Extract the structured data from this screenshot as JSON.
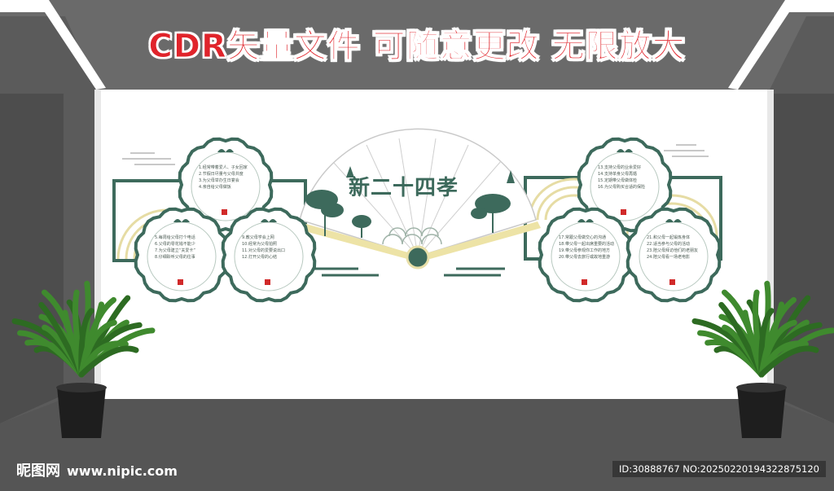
{
  "banner": {
    "text": "CDR矢量文件 可随意更改 无限放大"
  },
  "wall": {
    "title": "新二十四孝",
    "panels": [
      {
        "lines": [
          "1.经常带着爱人、子女回家",
          "2.节假日尽量与父母共度",
          "3.为父母举办生日宴会",
          "4.亲自给父母做饭"
        ]
      },
      {
        "lines": [
          "5.每周给父母打个电话",
          "6.父母的零花钱不能少",
          "7.为父母建立“关爱卡”",
          "8.仔细聆听父母的往事"
        ]
      },
      {
        "lines": [
          "9.教父母学会上网",
          "10.经常为父母拍照",
          "11.对父母的爱要说出口",
          "12.打开父母的心结"
        ]
      },
      {
        "lines": [
          "13.支持父母的业余爱好",
          "14.支持单身父母再婚",
          "15.定期带父母做体检",
          "16.为父母购买合适的保险"
        ]
      },
      {
        "lines": [
          "17.常跟父母做交心的沟通",
          "18.带父母一起出席重要的活动",
          "19.带父母参观你工作的地方",
          "20.带父母去旅行或故地重游"
        ]
      },
      {
        "lines": [
          "21.和父母一起锻炼身体",
          "22.适当参与父母的活动",
          "23.陪父母拜访他们的老朋友",
          "24.陪父母看一场老电影"
        ]
      }
    ]
  },
  "footer": {
    "brand": "昵图网",
    "url": "www.nipic.com",
    "id_text": "ID:30888767 NO:20250220194322875120"
  },
  "colors": {
    "accent": "#3d6a5c",
    "banner_red": "#e0242b",
    "gold": "#e8dfa8"
  },
  "icons": [
    "lotus-leaf-icon",
    "lotus-flower-icon",
    "cloud-icon",
    "plant-icon",
    "seal-icon"
  ]
}
